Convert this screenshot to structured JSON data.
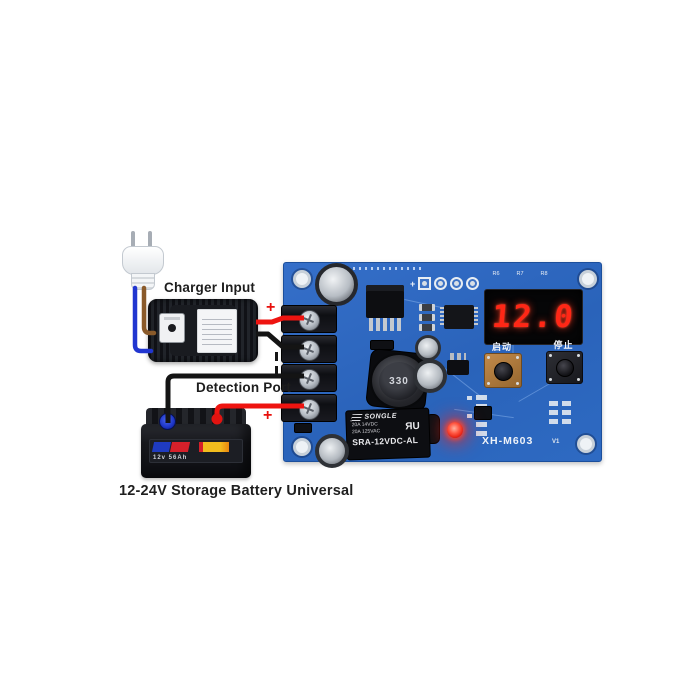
{
  "annotations": {
    "charger_input": "Charger Input",
    "detection_port": "Detection Port",
    "caption": "12-24V Storage Battery Universal",
    "charger_positive": "+",
    "battery_positive": "+"
  },
  "board": {
    "model": "XH-M603",
    "version": "V1",
    "display_value": "12.0",
    "start_button": "启动",
    "stop_button": "停止",
    "inductor_marking": "330",
    "header_mark": "+",
    "display_resistors": [
      "R6",
      "R7",
      "R8"
    ],
    "relay": {
      "brand": "SONGLE",
      "rating_dc": "20A 14VDC",
      "rating_ac": "20A 125VAC",
      "cert_mark": "ЯU",
      "model": "SRA-12VDC-AL"
    }
  },
  "battery": {
    "spec": "12v 56Ah"
  },
  "colors": {
    "pcb_blue": "#2d6bc4",
    "wire_red": "#ee1410",
    "wire_black": "#141414",
    "wire_blue": "#2136d0",
    "wire_brown": "#8a5a2a",
    "display_red": "#ff2716",
    "led_red": "#ff2014"
  }
}
